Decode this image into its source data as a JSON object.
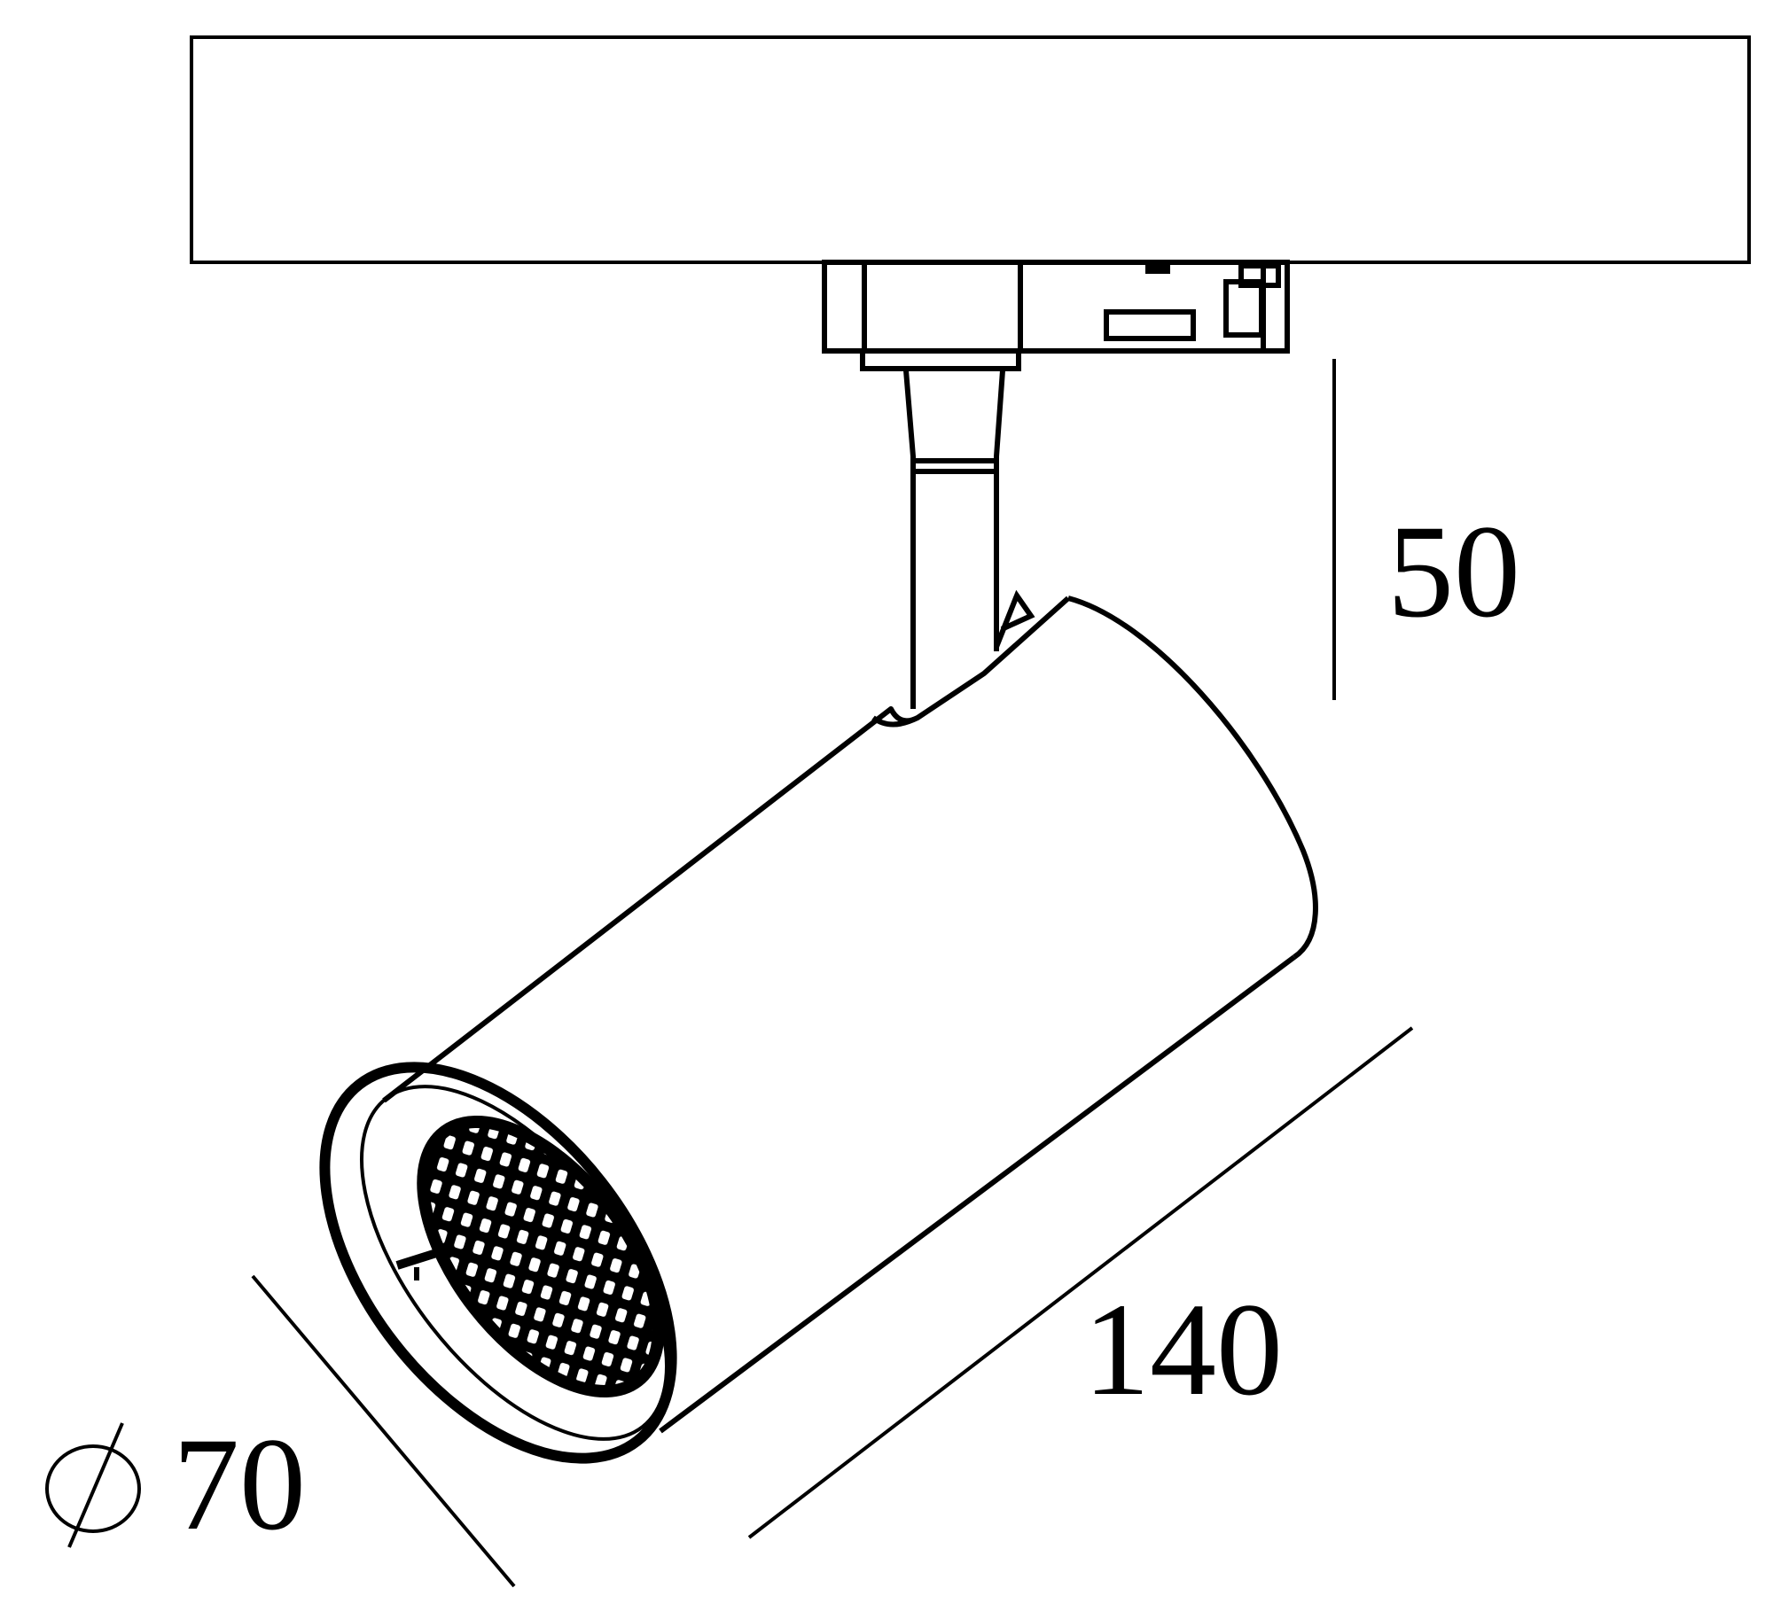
{
  "figure": {
    "subject": "track spotlight technical line drawing",
    "stroke_color": "#000000",
    "background_color": "#ffffff"
  },
  "dimensions": {
    "height": {
      "value": "50",
      "orientation": "vertical"
    },
    "length": {
      "value": "140",
      "orientation": "diagonal"
    },
    "diameter": {
      "symbol": "⌀",
      "value": "70",
      "orientation": "diagonal"
    }
  },
  "parts": [
    "track-rail",
    "track-adapter",
    "stem",
    "lamp-body-cylinder",
    "front-bezel",
    "honeycomb-louvre"
  ]
}
